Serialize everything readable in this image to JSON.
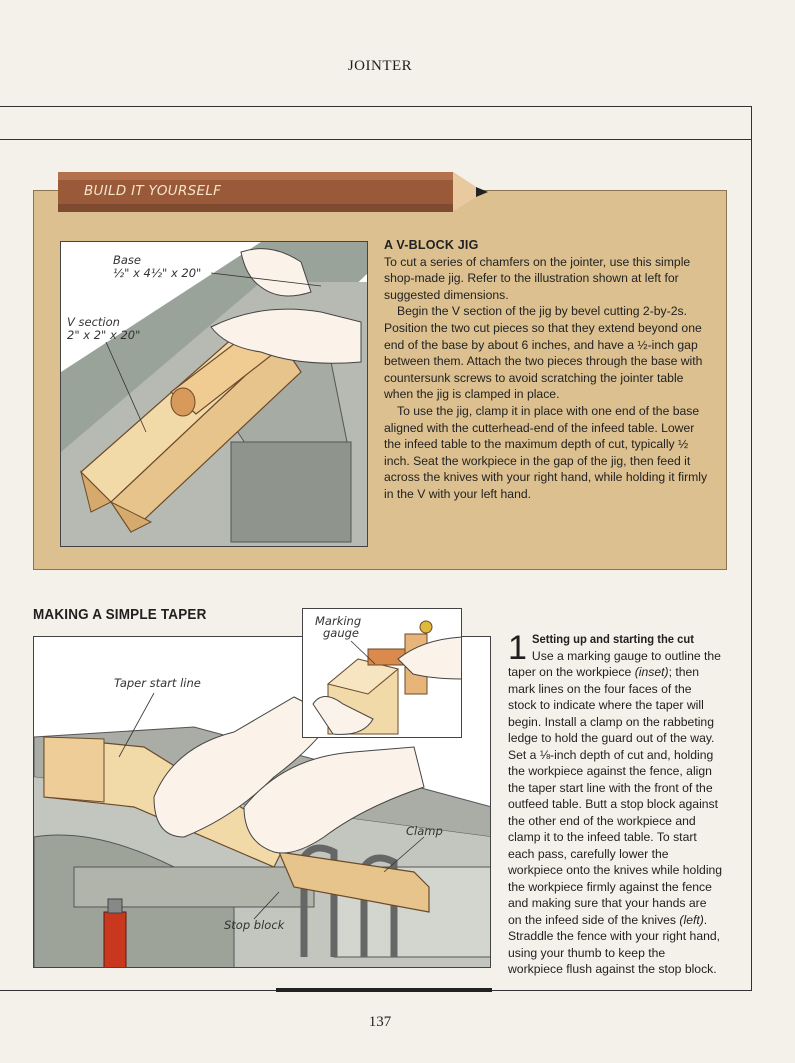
{
  "header": {
    "running_head": "JOINTER"
  },
  "page": {
    "number": "137"
  },
  "sidebar": {
    "banner_label": "BUILD IT YOURSELF",
    "title": "A V-BLOCK JIG",
    "paragraphs": [
      "To cut a series of chamfers on the jointer, use this simple shop-made jig. Refer to the illustration shown at left for suggested dimensions.",
      "Begin the V section of the jig by bevel cutting 2-by-2s. Position the two cut pieces so that they extend beyond one end of the base by about 6 inches, and have a ½-inch gap between them. Attach the two pieces through the base with countersunk screws to avoid scratching the jointer table when the jig is clamped in place.",
      "To use the jig, clamp it in place with one end of the base aligned with the cutterhead-end of the infeed table. Lower the infeed table to the maximum depth of cut, typically ½ inch. Seat the workpiece in the gap of the jig, then feed it across the knives with your right hand, while holding it firmly in the V with your left hand."
    ],
    "illustration": {
      "base_label_line1": "Base",
      "base_label_line2": "½\" x 4½\" x 20\"",
      "v_label_line1": "V section",
      "v_label_line2": "2\" x 2\" x 20\""
    }
  },
  "section": {
    "heading": "MAKING A SIMPLE TAPER",
    "illustration": {
      "taper_label": "Taper start line",
      "clamp_label": "Clamp",
      "stop_label": "Stop block",
      "inset_label_line1": "Marking",
      "inset_label_line2": "gauge"
    },
    "step": {
      "number": "1",
      "title": "Setting up and starting the cut",
      "body_parts": [
        "Use a marking gauge to outline the taper on the workpiece ",
        "(inset)",
        "; then mark lines on the four faces of the stock to indicate where the taper will begin. Install a clamp on the rabbeting ledge to hold the guard out of the way. Set a ⅛-inch depth of cut and, holding the workpiece against the fence, align the taper start line with the front of the outfeed table. Butt a stop block against the other end of the workpiece and clamp it to the infeed table. To start each pass, carefully lower the workpiece onto the knives while holding the workpiece firmly against the fence and making sure that your hands are on the infeed side of the knives ",
        "(left)",
        ". Straddle the fence with your right hand, using your thumb to keep the workpiece flush against the stop block."
      ]
    }
  },
  "colors": {
    "page_background": "#f3f1ea",
    "sidebar_background": "#dcc090",
    "pencil_body": "#9a5a3a",
    "wood_light": "#f2d9a8",
    "machine_gray": "#b7bab2"
  }
}
